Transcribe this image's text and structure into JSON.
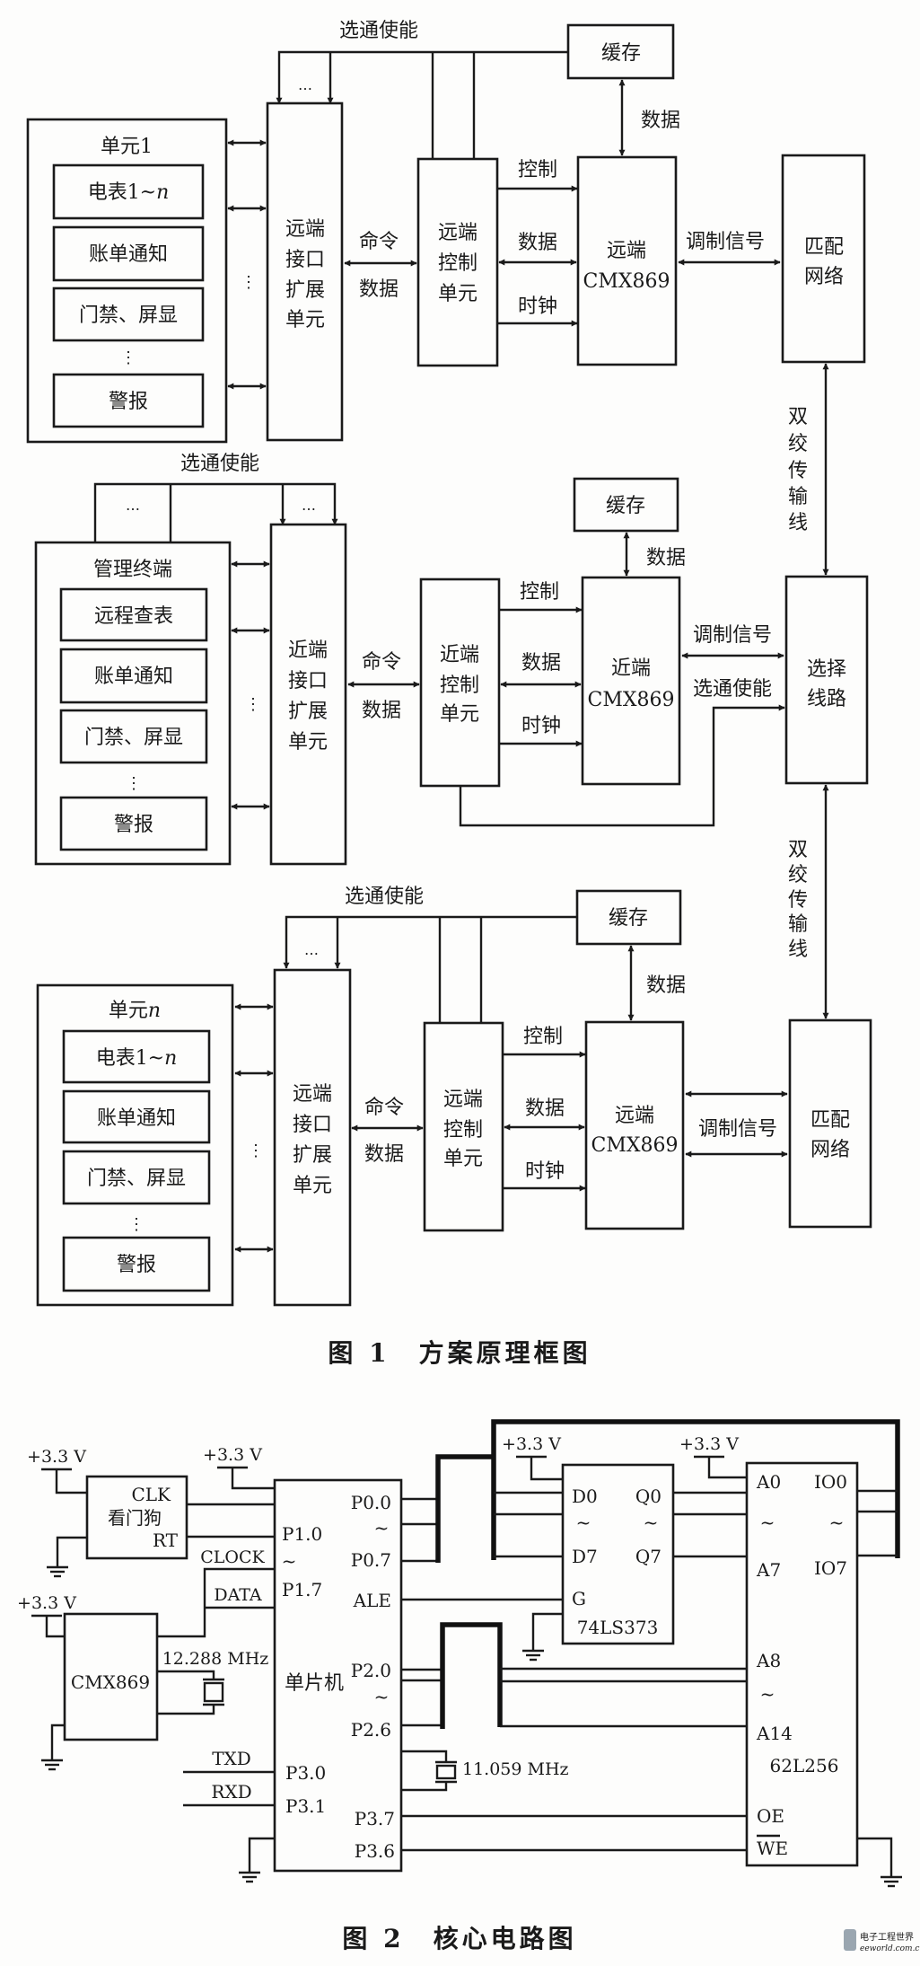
{
  "figure1": {
    "caption": "图 1　方案原理框图",
    "transmission_line": [
      "双",
      "绞",
      "传",
      "输",
      "线"
    ],
    "remote_top": {
      "strobe_enable": "选通使能",
      "cache": "缓存",
      "cache_data": "数据",
      "ellipsis": "…",
      "unit_title": "单元1",
      "items": [
        "电表1~",
        "账单通知",
        "门禁、屏显",
        "警报"
      ],
      "meter_var": "n",
      "vdots": "⋮",
      "interface": [
        "远端",
        "接口",
        "扩展",
        "单元"
      ],
      "command": "命令",
      "data": "数据",
      "controller": [
        "远端",
        "控制",
        "单元"
      ],
      "control": "控制",
      "data2": "数据",
      "clock": "时钟",
      "cmx": [
        "远端",
        "CMX869"
      ],
      "modulation": "调制信号",
      "matching": [
        "匹配",
        "网络"
      ]
    },
    "near": {
      "strobe_enable": "选通使能",
      "cache": "缓存",
      "cache_data": "数据",
      "ellipsis": "…",
      "unit_title": "管理终端",
      "items": [
        "远程查表",
        "账单通知",
        "门禁、屏显",
        "警报"
      ],
      "vdots": "⋮",
      "interface": [
        "近端",
        "接口",
        "扩展",
        "单元"
      ],
      "command": "命令",
      "data": "数据",
      "controller": [
        "近端",
        "控制",
        "单元"
      ],
      "control": "控制",
      "data2": "数据",
      "clock": "时钟",
      "cmx": [
        "近端",
        "CMX869"
      ],
      "modulation": "调制信号",
      "strobe_enable2": "选通使能",
      "selector": [
        "选择",
        "线路"
      ]
    },
    "remote_bottom": {
      "strobe_enable": "选通使能",
      "cache": "缓存",
      "cache_data": "数据",
      "ellipsis": "…",
      "unit_title": "单元",
      "unit_var": "n",
      "items": [
        "电表1~",
        "账单通知",
        "门禁、屏显",
        "警报"
      ],
      "meter_var": "n",
      "vdots": "⋮",
      "interface": [
        "远端",
        "接口",
        "扩展",
        "单元"
      ],
      "command": "命令",
      "data": "数据",
      "controller": [
        "远端",
        "控制",
        "单元"
      ],
      "control": "控制",
      "data2": "数据",
      "clock": "时钟",
      "cmx": [
        "远端",
        "CMX869"
      ],
      "modulation": "调制信号",
      "matching": [
        "匹配",
        "网络"
      ]
    }
  },
  "figure2": {
    "caption": "图 2　核心电路图",
    "vcc": "+3.3 V",
    "watchdog": {
      "clk": "CLK",
      "name": "看门狗",
      "rt": "RT"
    },
    "clock": "CLOCK",
    "data": "DATA",
    "cmx": "CMX869",
    "crystal1": "12.288 MHz",
    "crystal2": "11.059 MHz",
    "txd": "TXD",
    "rxd": "RXD",
    "tilde": "~",
    "mcu": {
      "name": "单片机",
      "p10": "P1.0",
      "p17": "P1.7",
      "p30": "P3.0",
      "p31": "P3.1",
      "p00": "P0.0",
      "p07": "P0.7",
      "ale": "ALE",
      "p20": "P2.0",
      "p26": "P2.6",
      "p37": "P3.7",
      "p36": "P3.6"
    },
    "latch": {
      "name": "74LS373",
      "d0": "D0",
      "d7": "D7",
      "q0": "Q0",
      "q7": "Q7",
      "g": "G"
    },
    "ram": {
      "name": "62L256",
      "a0": "A0",
      "a7": "A7",
      "a8": "A8",
      "a14": "A14",
      "io0": "IO0",
      "io7": "IO7",
      "oe": "OE",
      "we": "WE"
    }
  },
  "watermark": {
    "name": "电子工程世界",
    "site": "eeworld.com.cn"
  }
}
